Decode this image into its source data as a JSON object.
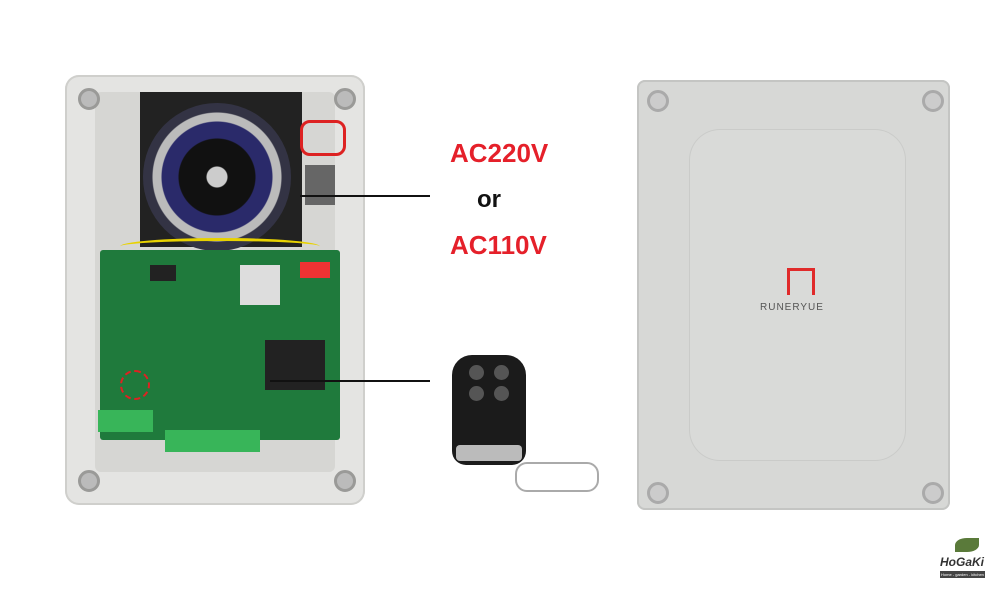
{
  "callouts": {
    "voltage_1": "AC220V",
    "or": "or",
    "voltage_2": "AC110V"
  },
  "enclosure": {
    "brand": "RUNERYUE"
  },
  "watermark": {
    "name": "HoGaKi",
    "tagline": "Home - garden - kitchen"
  }
}
